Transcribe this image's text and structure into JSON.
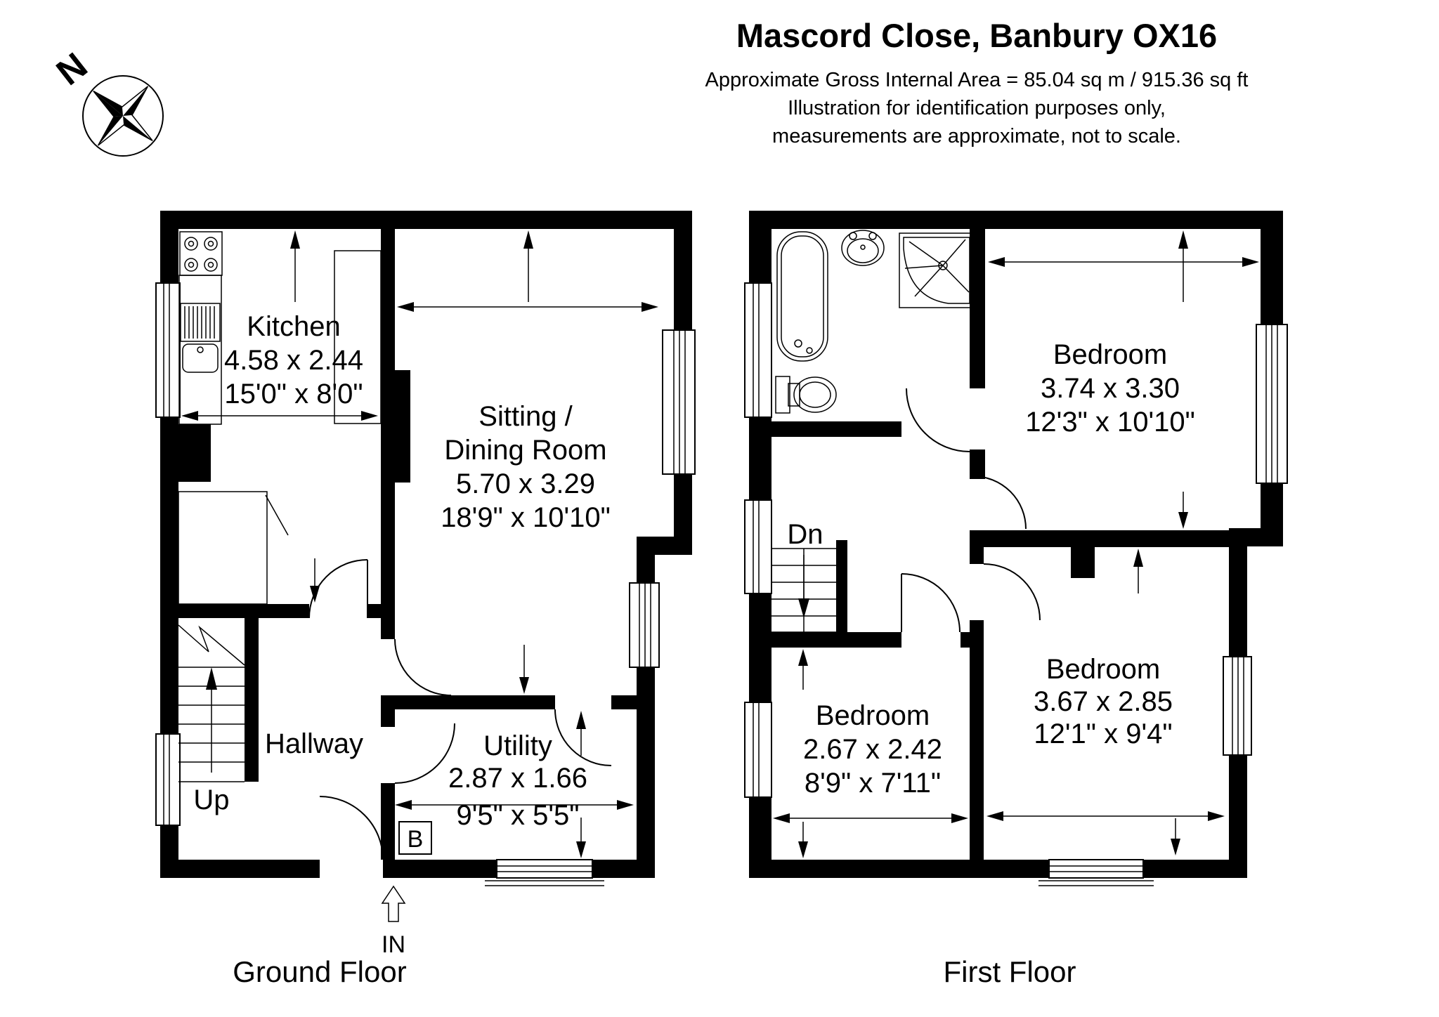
{
  "header": {
    "title": "Mascord Close, Banbury OX16",
    "area_line": "Approximate Gross Internal Area = 85.04 sq m / 915.36 sq ft",
    "disclaimer_line1": "Illustration for identification purposes only,",
    "disclaimer_line2": "measurements are approximate, not to scale."
  },
  "compass": {
    "north_label": "N"
  },
  "ground_floor": {
    "caption": "Ground Floor",
    "stairs_label": "Up",
    "entrance_label": "IN",
    "boiler_label": "B",
    "rooms": {
      "kitchen": {
        "name": "Kitchen",
        "metric": "4.58 x 2.44",
        "imperial": "15'0\" x 8'0\""
      },
      "sitting": {
        "name_line1": "Sitting /",
        "name_line2": "Dining Room",
        "metric": "5.70 x 3.29",
        "imperial": "18'9\" x 10'10\""
      },
      "hallway": {
        "name": "Hallway"
      },
      "utility": {
        "name": "Utility",
        "metric": "2.87 x 1.66",
        "imperial": "9'5\" x 5'5\""
      }
    }
  },
  "first_floor": {
    "caption": "First Floor",
    "stairs_label": "Dn",
    "rooms": {
      "bedroom_top": {
        "name": "Bedroom",
        "metric": "3.74 x 3.30",
        "imperial": "12'3\" x 10'10\""
      },
      "bedroom_bottom_left": {
        "name": "Bedroom",
        "metric": "2.67 x 2.42",
        "imperial": "8'9\" x 7'11\""
      },
      "bedroom_bottom_right": {
        "name": "Bedroom",
        "metric": "3.67 x 2.85",
        "imperial": "12'1\" x 9'4\""
      }
    }
  },
  "colors": {
    "wall": "#000000",
    "background": "#ffffff",
    "line": "#000000"
  }
}
